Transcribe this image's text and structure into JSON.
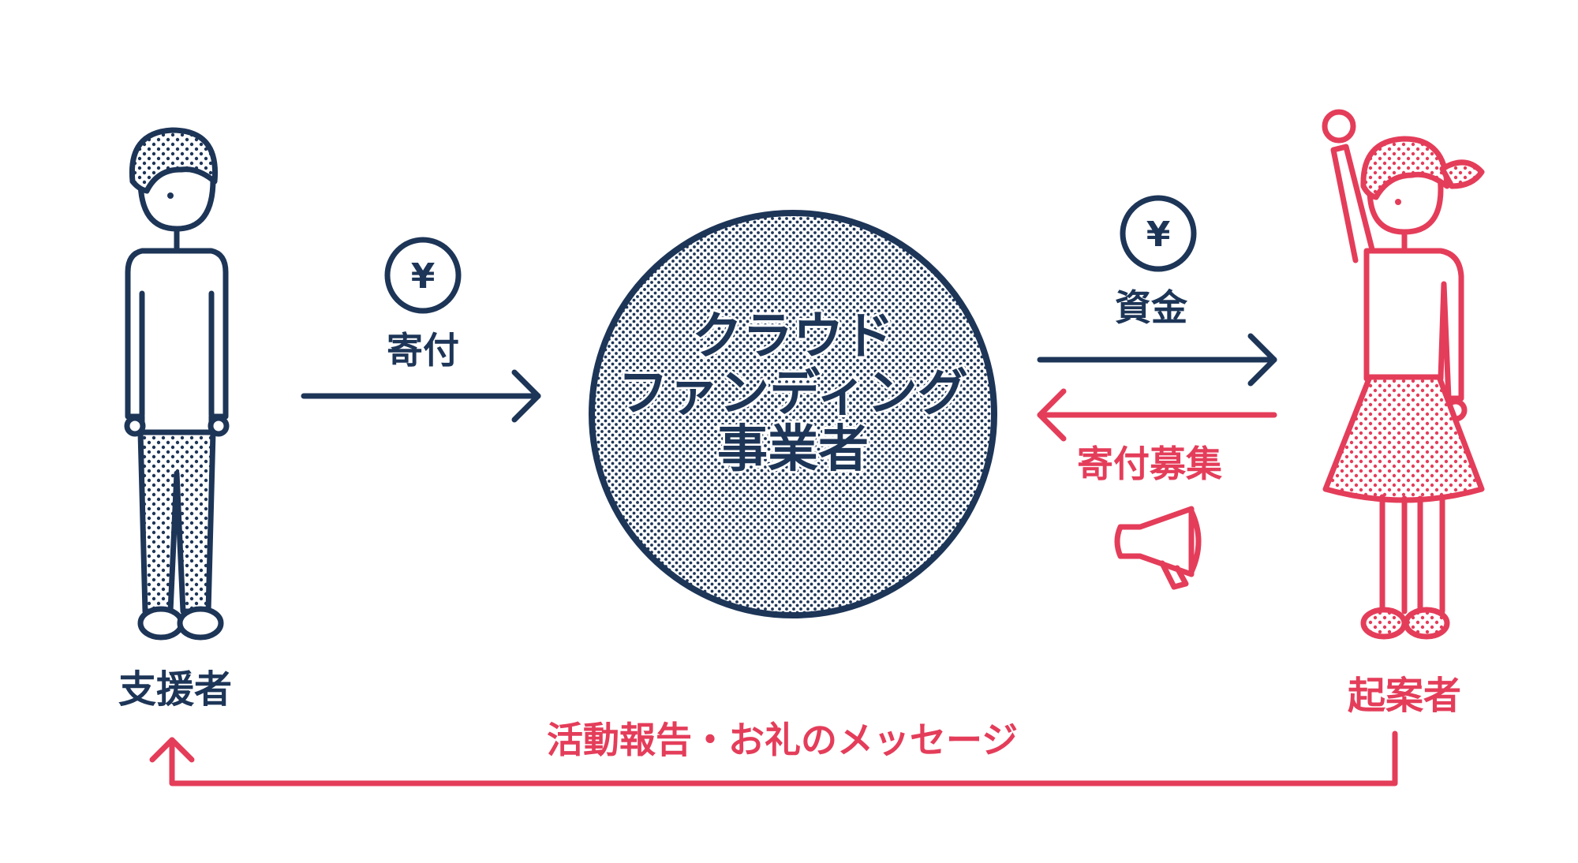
{
  "center": {
    "lines": [
      "クラウド",
      "ファンディング",
      "事業者"
    ]
  },
  "labels": {
    "donation": "寄付",
    "funds": "資金",
    "donation_recruitment": "寄付募集",
    "supporter": "支援者",
    "proposer": "起案者",
    "activity_report": "活動報告・お礼のメッセージ"
  },
  "yen_symbol": "¥",
  "colors": {
    "navy": "#1d3557",
    "red": "#e43d5a",
    "background": "#ffffff"
  },
  "icons": [
    "yen-coin-icon",
    "megaphone-icon",
    "supporter-figure-icon",
    "proposer-figure-icon"
  ]
}
